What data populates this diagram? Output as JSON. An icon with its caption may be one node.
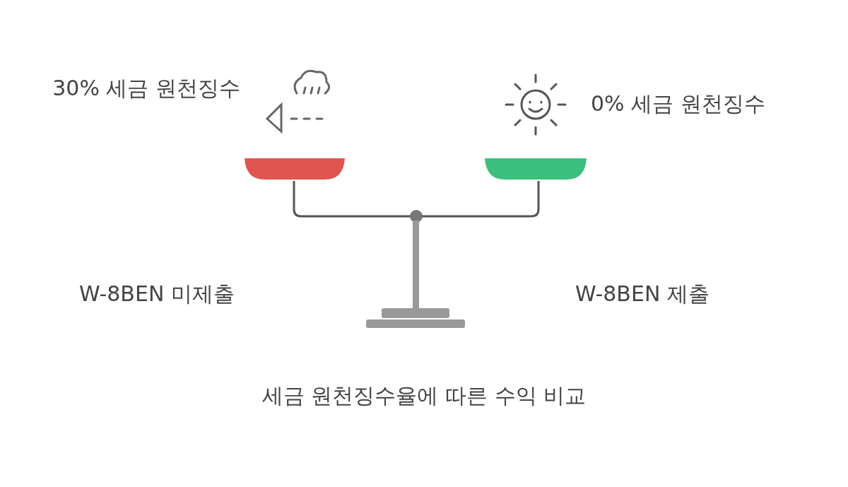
{
  "diagram": {
    "caption": "세금 원천징수율에 따른 수익 비교",
    "labels": [
      "30% 세금 원천징수",
      "0% 세금 원천징수",
      "W-8BEN 미제출",
      "W-8BEN 제출"
    ]
  }
}
